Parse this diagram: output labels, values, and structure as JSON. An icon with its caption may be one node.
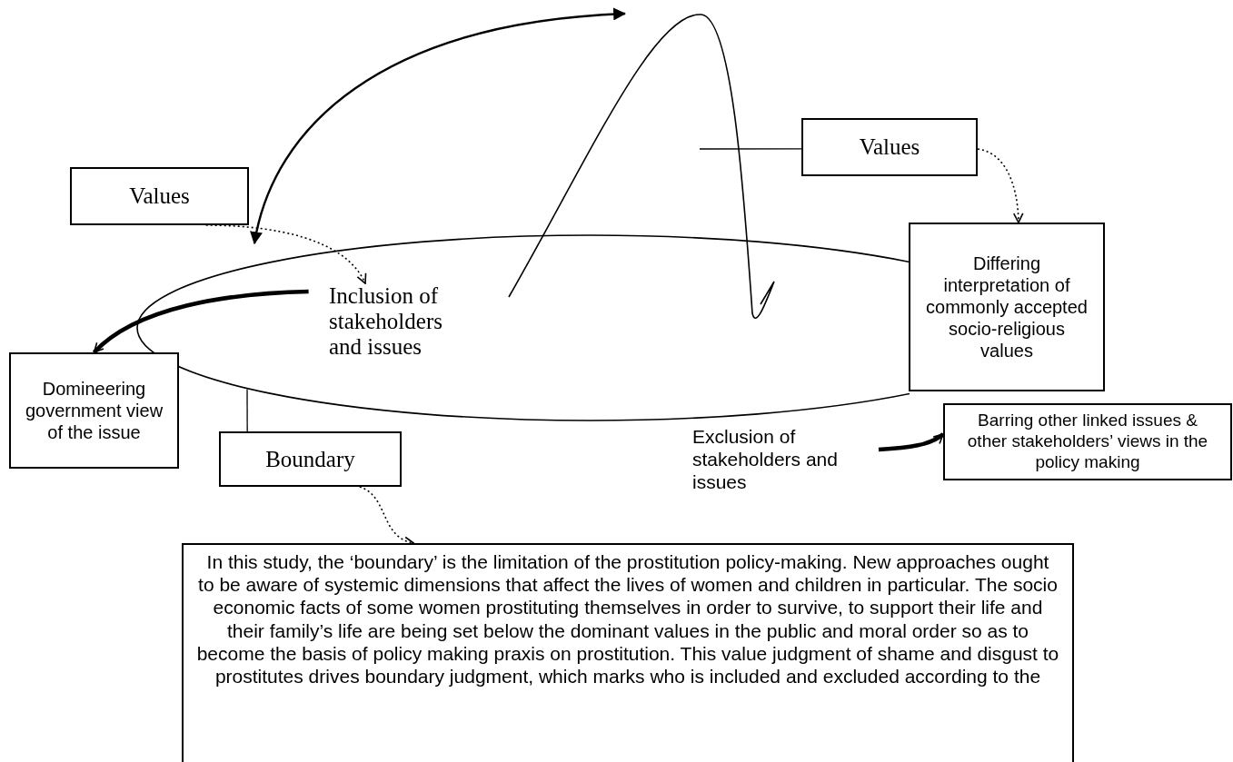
{
  "diagram": {
    "nodes": [
      {
        "text": [],
        "shape": "ellipse"
      },
      {
        "text": [
          "Values"
        ]
      },
      {
        "text": [
          "Values"
        ]
      },
      {
        "text": [
          "Inclusion of stakeholders and issues"
        ],
        "in": 0
      },
      {
        "text": [
          "Differing interpretation of commonly accepted socio-religious values"
        ]
      },
      {
        "text": [
          "Domineering government view of the issue"
        ]
      },
      {
        "text": [
          "Boundary"
        ]
      },
      {
        "text": [
          "Exclusion of stakeholders and issues"
        ]
      },
      {
        "text": [
          "Barring other linked issues & other stakeholders’ views in the policy making"
        ]
      },
      {
        "text": [
          "In this study, the ‘boundary’ is the limitation of the prostitution policy-making. New approaches ought to be aware of systemic dimensions that affect the lives of women and children in particular. The socio economic facts of some women prostituting themselves in order to survive, to support their life and their family’s life are being set below the dominant values in the public and moral order so as to become the basis of policy making praxis on prostitution. This value judgment of shame and disgust to prostitutes drives boundary judgment, which marks who is included and excluded according to the"
        ]
      }
    ],
    "edges": [
      {
        "from": 1,
        "to": 3,
        "arrow": "to",
        "style": "dashed"
      },
      {
        "from": 2,
        "to": 4,
        "arrow": "to",
        "style": "dashed"
      },
      {
        "from": 3,
        "to": 5,
        "arrow": "to",
        "style": "thick"
      },
      {
        "from": 6,
        "to": 0,
        "arrow": "none"
      },
      {
        "from": 6,
        "to": 9,
        "arrow": "to",
        "style": "dashed"
      },
      {
        "from": 7,
        "to": 8,
        "arrow": "to",
        "style": "thick"
      },
      {
        "from": 2,
        "to": null,
        "arrow": "none"
      }
    ]
  }
}
